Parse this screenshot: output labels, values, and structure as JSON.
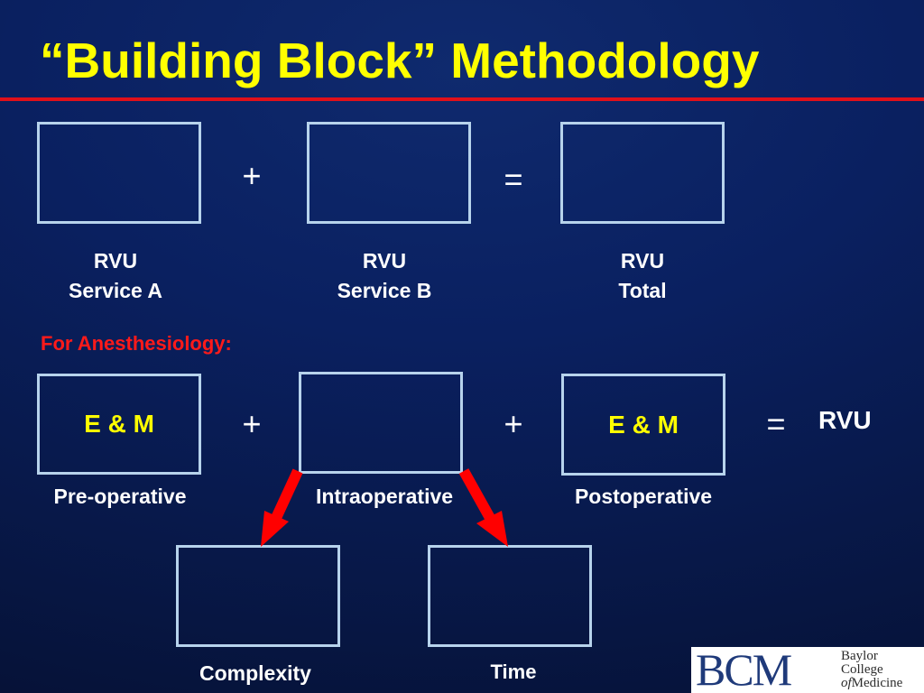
{
  "title": "“Building Block” Methodology",
  "top_row": {
    "plus": "+",
    "equals": "=",
    "service_a": [
      "RVU",
      "Service A"
    ],
    "service_b": [
      "RVU",
      "Service B"
    ],
    "total": [
      "RVU",
      "Total"
    ]
  },
  "section_heading": "For Anesthesiology:",
  "bottom_row": {
    "pre_box": "E & M",
    "post_box": "E & M",
    "plus": "+",
    "equals": "=",
    "result": "RVU",
    "pre_label": "Pre-operative",
    "intra_label": "Intraoperative",
    "post_label": "Postoperative"
  },
  "breakdown": {
    "complexity_label": "Complexity",
    "time_label": "Time"
  },
  "logo": {
    "mark": "BCM",
    "line1": "Baylor",
    "line2": "College",
    "line3_prefix": "of",
    "line3_rest": "Medicine"
  },
  "colors": {
    "title": "#ffff00",
    "heading": "#ff1a1a",
    "box_border": "#b7d3ec",
    "arrow": "#ff0000",
    "rule": "#e0101a"
  }
}
